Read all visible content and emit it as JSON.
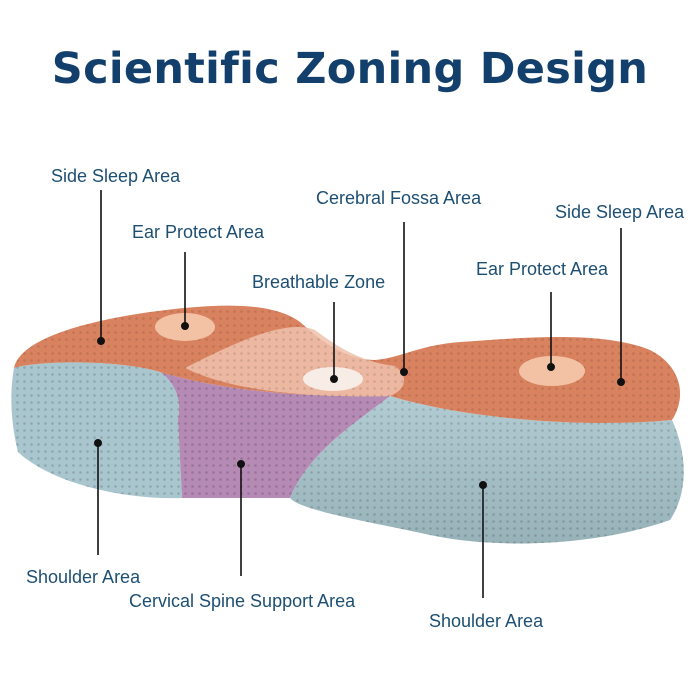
{
  "title": "Scientific Zoning Design",
  "labels": {
    "side_sleep_left": "Side Sleep Area",
    "ear_protect_left": "Ear Protect Area",
    "cerebral_fossa": "Cerebral Fossa Area",
    "side_sleep_right": "Side Sleep Area",
    "breathable_zone": "Breathable Zone",
    "ear_protect_right": "Ear Protect Area",
    "shoulder_left": "Shoulder Area",
    "cervical_spine": "Cervical Spine Support Area",
    "shoulder_right": "Shoulder Area"
  },
  "colors": {
    "title": "#123f6b",
    "label": "#1d4f73",
    "leader_line": "#111111",
    "foam_orange": "#d9825f",
    "foam_blue": "#a9c6ce",
    "foam_purple": "#b58ab4",
    "foam_pale": "#eec2ad",
    "ear_spot": "#f3c2a4"
  }
}
